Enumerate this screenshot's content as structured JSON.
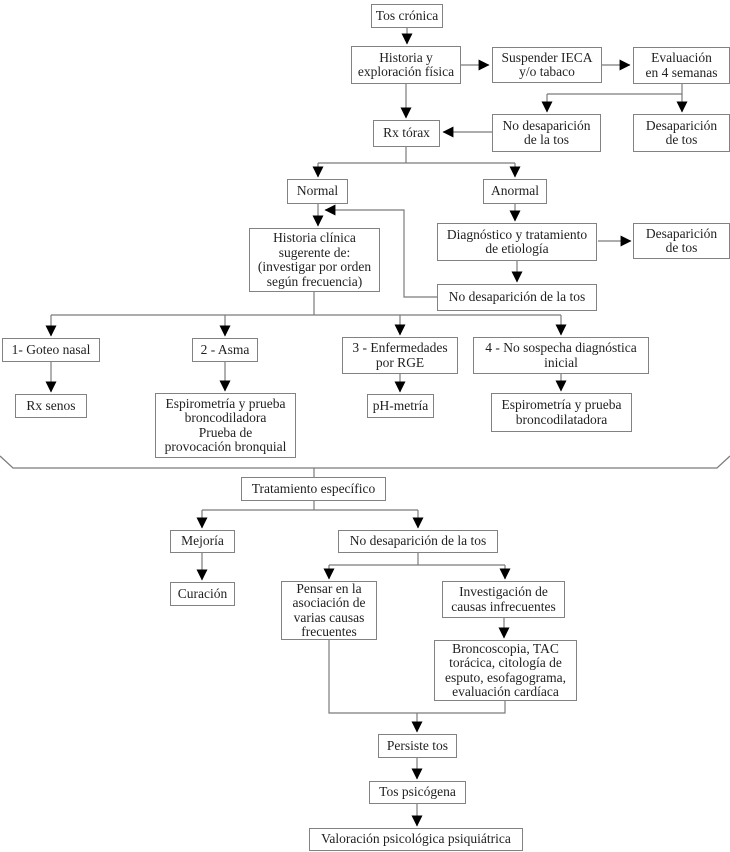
{
  "colors": {
    "background": "#ffffff",
    "box_border": "#828282",
    "connector": "#7b7b7b",
    "arrowhead": "#000000",
    "text": "#1f1f1f"
  },
  "nodes": {
    "tos_cronica": {
      "label": "Tos crónica"
    },
    "historia_exploracion": {
      "label": "Historia y\nexploración física"
    },
    "suspender_ieca": {
      "label": "Suspender IECA\ny/o tabaco"
    },
    "evaluacion_4_semanas": {
      "label": "Evaluación\nen 4 semanas"
    },
    "rx_torax": {
      "label": "Rx tórax"
    },
    "no_desaparicion_tos_1": {
      "label": "No desaparición\nde la tos"
    },
    "desaparicion_tos_1": {
      "label": "Desaparición\nde tos"
    },
    "normal": {
      "label": "Normal"
    },
    "anormal": {
      "label": "Anormal"
    },
    "historia_clinica": {
      "label": "Historia clínica\nsugerente de:\n(investigar por orden\nsegún frecuencia)"
    },
    "diagnostico_tratamiento": {
      "label": "Diagnóstico y tratamiento\nde etiología"
    },
    "desaparicion_tos_2": {
      "label": "Desaparición\nde tos"
    },
    "no_desaparicion_tos_2": {
      "label": "No desaparición de la tos"
    },
    "goteo_nasal": {
      "label": "1- Goteo nasal"
    },
    "asma": {
      "label": "2 - Asma"
    },
    "enfermedades_rge": {
      "label": "3 - Enfermedades\npor RGE"
    },
    "no_sospecha": {
      "label": "4 - No sospecha diagnóstica\ninicial"
    },
    "rx_senos": {
      "label": "Rx senos"
    },
    "espirometria_prueba_1": {
      "label": "Espirometría y prueba\nbroncodiladora\nPrueba de\nprovocación bronquial"
    },
    "ph_metria": {
      "label": "pH-metría"
    },
    "espirometria_prueba_2": {
      "label": "Espirometría y prueba\nbroncodilatadora"
    },
    "tratamiento_especifico": {
      "label": "Tratamiento específico"
    },
    "mejoria": {
      "label": "Mejoría"
    },
    "no_desaparicion_tos_3": {
      "label": "No desaparición de la tos"
    },
    "curacion": {
      "label": "Curación"
    },
    "pensar_asociacion": {
      "label": "Pensar en la\nasociación de\nvarias causas\nfrecuentes"
    },
    "investigacion_causas": {
      "label": "Investigación de\ncausas infrecuentes"
    },
    "broncoscopia_tac": {
      "label": "Broncoscopia, TAC\ntorácica, citología de\nesputo, esofagograma,\nevaluación cardíaca"
    },
    "persiste_tos": {
      "label": "Persiste tos"
    },
    "tos_psicogena": {
      "label": "Tos psicógena"
    },
    "valoracion_psicologica": {
      "label": "Valoración psicológica psiquiátrica"
    }
  }
}
